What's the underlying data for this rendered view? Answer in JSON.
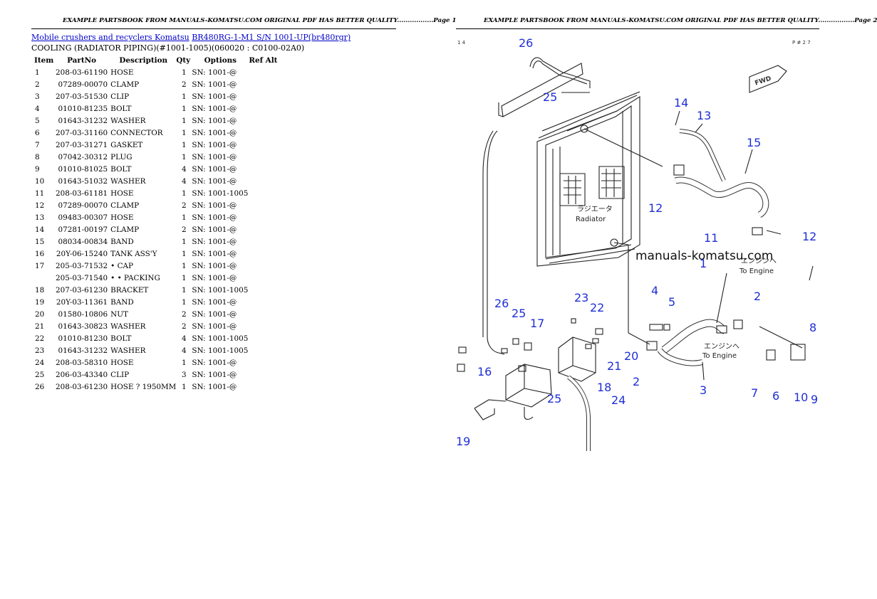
{
  "pages": [
    {
      "header": "EXAMPLE PARTSBOOK FROM MANUALS-KOMATSU.COM ORIGINAL PDF HAS BETTER QUALITY.................Page 1"
    },
    {
      "header": "EXAMPLE PARTSBOOK FROM MANUALS-KOMATSU.COM ORIGINAL PDF HAS BETTER QUALITY.................Page 2"
    }
  ],
  "breadcrumb": {
    "category_link": "Mobile crushers and recyclers Komatsu",
    "model_link": "BR480RG-1-M1 S/N 1001-UP(br480rgr)"
  },
  "subtitle": "COOLING (RADIATOR PIPING)(#1001-1005)(060020 : C0100-02A0)",
  "table": {
    "columns": [
      "Item",
      "PartNo",
      "Description",
      "Qty",
      "Options",
      "Ref Alt"
    ],
    "rows": [
      {
        "item": "1",
        "part": "208-03-61190",
        "desc": "HOSE",
        "qty": "1",
        "opt": "SN: 1001-@"
      },
      {
        "item": "2",
        "part": "07289-00070",
        "desc": "CLAMP",
        "qty": "2",
        "opt": "SN: 1001-@"
      },
      {
        "item": "3",
        "part": "207-03-51530",
        "desc": "CLIP",
        "qty": "1",
        "opt": "SN: 1001-@"
      },
      {
        "item": "4",
        "part": "01010-81235",
        "desc": "BOLT",
        "qty": "1",
        "opt": "SN: 1001-@"
      },
      {
        "item": "5",
        "part": "01643-31232",
        "desc": "WASHER",
        "qty": "1",
        "opt": "SN: 1001-@"
      },
      {
        "item": "6",
        "part": "207-03-31160",
        "desc": "CONNECTOR",
        "qty": "1",
        "opt": "SN: 1001-@"
      },
      {
        "item": "7",
        "part": "207-03-31271",
        "desc": "GASKET",
        "qty": "1",
        "opt": "SN: 1001-@"
      },
      {
        "item": "8",
        "part": "07042-30312",
        "desc": "PLUG",
        "qty": "1",
        "opt": "SN: 1001-@"
      },
      {
        "item": "9",
        "part": "01010-81025",
        "desc": "BOLT",
        "qty": "4",
        "opt": "SN: 1001-@"
      },
      {
        "item": "10",
        "part": "01643-51032",
        "desc": "WASHER",
        "qty": "4",
        "opt": "SN: 1001-@"
      },
      {
        "item": "11",
        "part": "208-03-61181",
        "desc": "HOSE",
        "qty": "1",
        "opt": "SN: 1001-1005"
      },
      {
        "item": "12",
        "part": "07289-00070",
        "desc": "CLAMP",
        "qty": "2",
        "opt": "SN: 1001-@"
      },
      {
        "item": "13",
        "part": "09483-00307",
        "desc": "HOSE",
        "qty": "1",
        "opt": "SN: 1001-@"
      },
      {
        "item": "14",
        "part": "07281-00197",
        "desc": "CLAMP",
        "qty": "2",
        "opt": "SN: 1001-@"
      },
      {
        "item": "15",
        "part": "08034-00834",
        "desc": "BAND",
        "qty": "1",
        "opt": "SN: 1001-@"
      },
      {
        "item": "16",
        "part": "20Y-06-15240",
        "desc": "TANK ASS'Y",
        "qty": "1",
        "opt": "SN: 1001-@"
      },
      {
        "item": "17",
        "part": "205-03-71532",
        "desc": "• CAP",
        "qty": "1",
        "opt": "SN: 1001-@"
      },
      {
        "item": "",
        "part": "205-03-71540",
        "desc": "• • PACKING",
        "qty": "1",
        "opt": "SN: 1001-@"
      },
      {
        "item": "18",
        "part": "207-03-61230",
        "desc": "BRACKET",
        "qty": "1",
        "opt": "SN: 1001-1005"
      },
      {
        "item": "19",
        "part": "20Y-03-11361",
        "desc": "BAND",
        "qty": "1",
        "opt": "SN: 1001-@"
      },
      {
        "item": "20",
        "part": "01580-10806",
        "desc": "NUT",
        "qty": "2",
        "opt": "SN: 1001-@"
      },
      {
        "item": "21",
        "part": "01643-30823",
        "desc": "WASHER",
        "qty": "2",
        "opt": "SN: 1001-@"
      },
      {
        "item": "22",
        "part": "01010-81230",
        "desc": "BOLT",
        "qty": "4",
        "opt": "SN: 1001-1005"
      },
      {
        "item": "23",
        "part": "01643-31232",
        "desc": "WASHER",
        "qty": "4",
        "opt": "SN: 1001-1005"
      },
      {
        "item": "24",
        "part": "208-03-58310",
        "desc": "HOSE",
        "qty": "1",
        "opt": "SN: 1001-@"
      },
      {
        "item": "25",
        "part": "206-03-43340",
        "desc": "CLIP",
        "qty": "3",
        "opt": "SN: 1001-@"
      },
      {
        "item": "26",
        "part": "208-03-61230",
        "desc": "HOSE ? 1950MM",
        "qty": "1",
        "opt": "SN: 1001-@"
      }
    ]
  },
  "diagram": {
    "corner_left": "1 4",
    "corner_right": "P # 2 7",
    "fwd": "FWD",
    "radiator_jp": "ラジエータ",
    "radiator_en": "Radiator",
    "engine_jp": "エンジンへ",
    "engine_en": "To Engine",
    "watermark": "manuals-komatsu.com",
    "callout_color": "#1f2fd6",
    "callouts": [
      "26",
      "25",
      "14",
      "13",
      "15",
      "12",
      "11",
      "12",
      "1",
      "4",
      "5",
      "2",
      "8",
      "26",
      "25",
      "17",
      "23",
      "22",
      "16",
      "20",
      "21",
      "18",
      "2",
      "3",
      "7",
      "6",
      "10",
      "9",
      "25",
      "24",
      "19"
    ]
  }
}
